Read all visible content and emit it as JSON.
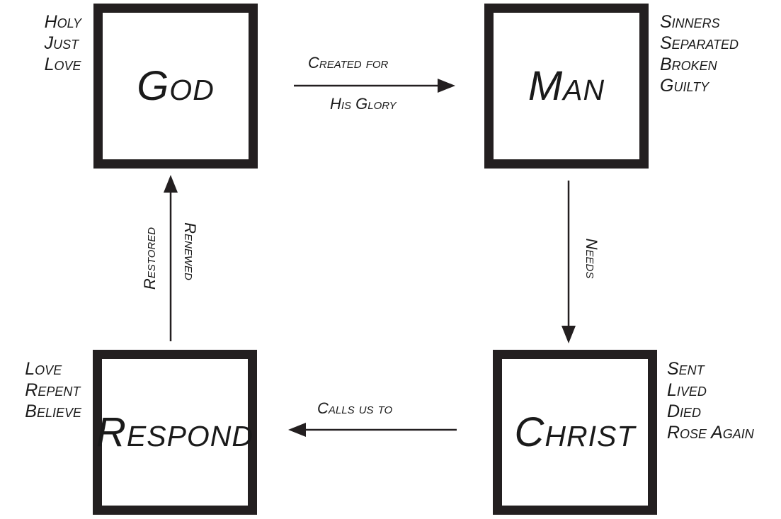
{
  "nodes": {
    "god": {
      "title": "God",
      "attributes": [
        "Holy",
        "Just",
        "Love"
      ]
    },
    "man": {
      "title": "Man",
      "attributes": [
        "Sinners",
        "Separated",
        "Broken",
        "Guilty"
      ]
    },
    "christ": {
      "title": "Christ",
      "attributes": [
        "Sent",
        "Lived",
        "Died",
        "Rose Again"
      ]
    },
    "respond": {
      "title": "Respond",
      "attributes": [
        "Love",
        "Repent",
        "Believe"
      ]
    }
  },
  "edges": {
    "god_to_man": {
      "top": "Created for",
      "bottom": "His Glory"
    },
    "man_to_christ": {
      "label": "Needs"
    },
    "christ_to_respond": {
      "label": "Calls us to"
    },
    "respond_to_god": {
      "left": "Restored",
      "right": "Renewed"
    }
  },
  "colors": {
    "ink": "#231f20"
  }
}
